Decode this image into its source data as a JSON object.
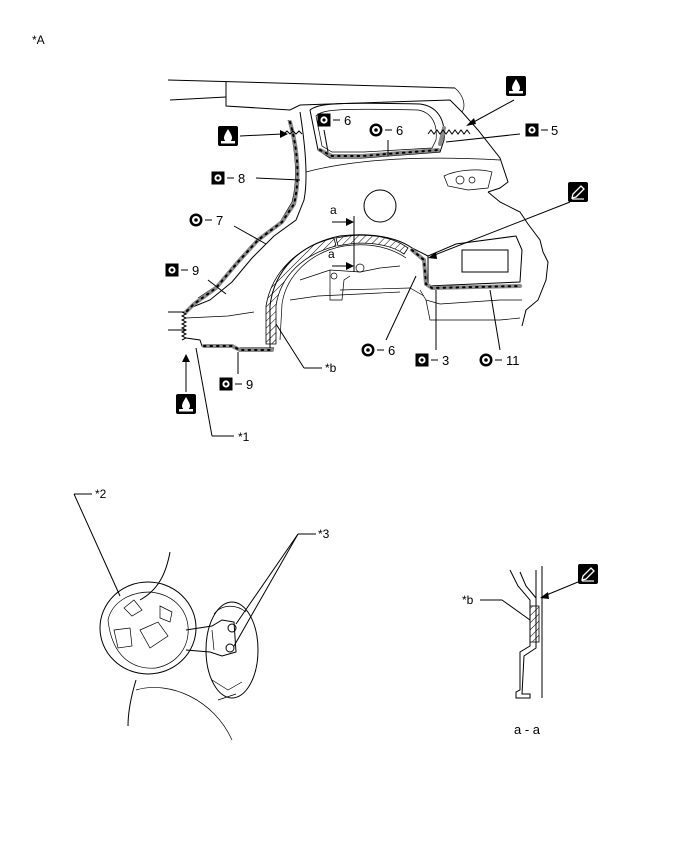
{
  "figure_label": "*A",
  "section_label": "a - a",
  "callouts": {
    "c1": "*1",
    "c2": "*2",
    "c3": "*3",
    "cb": "*b"
  },
  "section_marks": {
    "upper": "a",
    "lower": "a"
  },
  "part_refs": [
    {
      "id": "p6a",
      "kind": "square-dot",
      "label": "6"
    },
    {
      "id": "p6b",
      "kind": "circle-dot",
      "label": "6"
    },
    {
      "id": "p5",
      "kind": "square-dot",
      "label": "5"
    },
    {
      "id": "p8",
      "kind": "square-dot",
      "label": "8"
    },
    {
      "id": "p7",
      "kind": "circle-dot",
      "label": "7"
    },
    {
      "id": "p9a",
      "kind": "square-dot",
      "label": "9"
    },
    {
      "id": "p9b",
      "kind": "square-dot",
      "label": "9"
    },
    {
      "id": "p6c",
      "kind": "circle-dot",
      "label": "6"
    },
    {
      "id": "p3",
      "kind": "square-dot",
      "label": "3"
    },
    {
      "id": "p11",
      "kind": "circle-dot",
      "label": "11"
    }
  ],
  "symbols": {
    "sealer_icon": "sealer-drop-icon",
    "pencil_icon": "pencil-icon"
  }
}
